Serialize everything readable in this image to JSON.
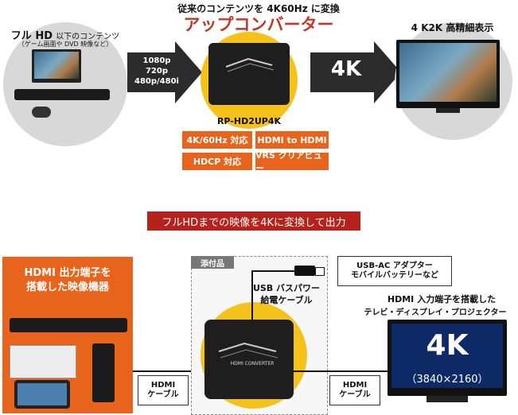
{
  "header": {
    "subtitle": "従来のコンテンツを 4K60Hz に変換",
    "title": "アップコンバーター"
  },
  "left_circle": {
    "label_main": "フル HD",
    "label_rest": "以下のコンテンツ",
    "label_sub": "（ゲーム画面や DVD 映像など）"
  },
  "input_arrow": {
    "resolutions": [
      "1080p",
      "720p",
      "480p/480i"
    ]
  },
  "output_arrow": {
    "label": "4K"
  },
  "right_circle": {
    "label": "4 K2K 高精細表示"
  },
  "product": {
    "model": "RP-HD2UP4K"
  },
  "feature_tags": [
    "4K/60Hz 対応",
    "HDMI to HDMI",
    "HDCP 対応",
    "VRS クリアビュー"
  ],
  "banner": {
    "text": "フルHDまでの映像を4Kに変換して出力"
  },
  "source_panel": {
    "line1": "HDMI 出力端子を",
    "line2": "搭載した映像機器"
  },
  "accessory": {
    "label": "添付品"
  },
  "usb": {
    "line1": "USB バスパワー",
    "line2": "給電ケーブル"
  },
  "power_box": {
    "line1": "USB-AC アダプター",
    "line2": "モバイルバッテリーなど"
  },
  "hdmi_left": {
    "line1": "HDMI",
    "line2": "ケーブル"
  },
  "hdmi_right": {
    "line1": "HDMI",
    "line2": "ケーブル"
  },
  "display": {
    "caption1": "HDMI 入力端子を搭載した",
    "caption2": "テレビ・ディスプレイ・プロジェクター",
    "big": "4K",
    "resolution": "（3840×2160）"
  },
  "device_label": "HDMI CONVERTER",
  "colors": {
    "orange": "#e8641c",
    "yellow": "#f5c21b",
    "dark": "#2b2b2b",
    "red_banner": "#b5221c",
    "navy": "#0d2a66"
  }
}
